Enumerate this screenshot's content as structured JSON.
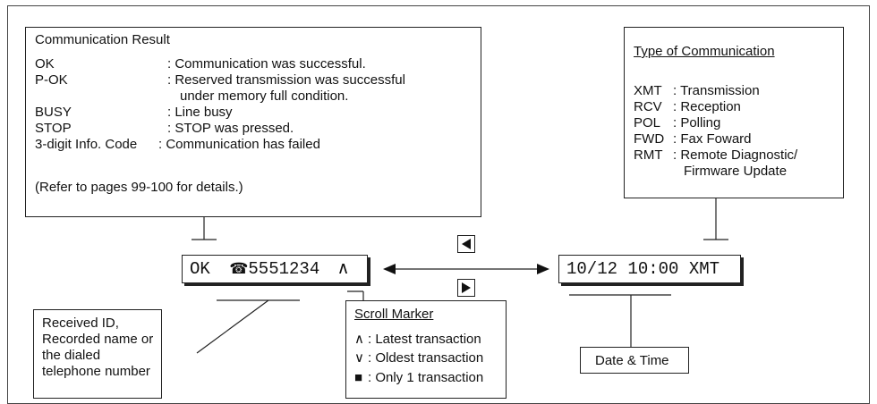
{
  "comm_result": {
    "title": "Communication Result",
    "rows": [
      {
        "code": "OK",
        "desc": ": Communication was successful."
      },
      {
        "code": "P-OK",
        "desc": ": Reserved transmission was successful"
      },
      {
        "code": "",
        "desc": "under memory full condition."
      },
      {
        "code": "BUSY",
        "desc": ": Line busy"
      },
      {
        "code": "STOP",
        "desc": ": STOP was pressed."
      },
      {
        "code": "3-digit Info. Code",
        "desc": ": Communication has failed"
      }
    ],
    "note": "(Refer to pages 99-100 for details.)"
  },
  "comm_type": {
    "title": "Type of Communication",
    "rows": [
      {
        "code": "XMT",
        "desc": ": Transmission"
      },
      {
        "code": "RCV",
        "desc": ": Reception"
      },
      {
        "code": "POL",
        "desc": ": Polling"
      },
      {
        "code": "FWD",
        "desc": ": Fax Foward"
      },
      {
        "code": "RMT",
        "desc": ": Remote Diagnostic/"
      },
      {
        "code": "",
        "desc": "Firmware Update"
      }
    ]
  },
  "display_left": {
    "status": "OK",
    "phone_icon": "☎",
    "number": "5551234",
    "marker": "∧"
  },
  "display_right": {
    "text": "10/12 10:00 XMT"
  },
  "received_id": {
    "lines": [
      "Received ID,",
      "Recorded name or",
      "the dialed",
      "telephone number"
    ]
  },
  "scroll_marker": {
    "title": "Scroll Marker",
    "rows": [
      {
        "symbol": "∧",
        "desc": ": Latest transaction"
      },
      {
        "symbol": "∨",
        "desc": ": Oldest transaction"
      },
      {
        "symbol": "■",
        "desc": ": Only 1 transaction"
      }
    ]
  },
  "date_time": {
    "label": "Date & Time"
  },
  "icons": {
    "left_button": "left-arrow-button-icon",
    "right_button": "right-arrow-button-icon"
  }
}
